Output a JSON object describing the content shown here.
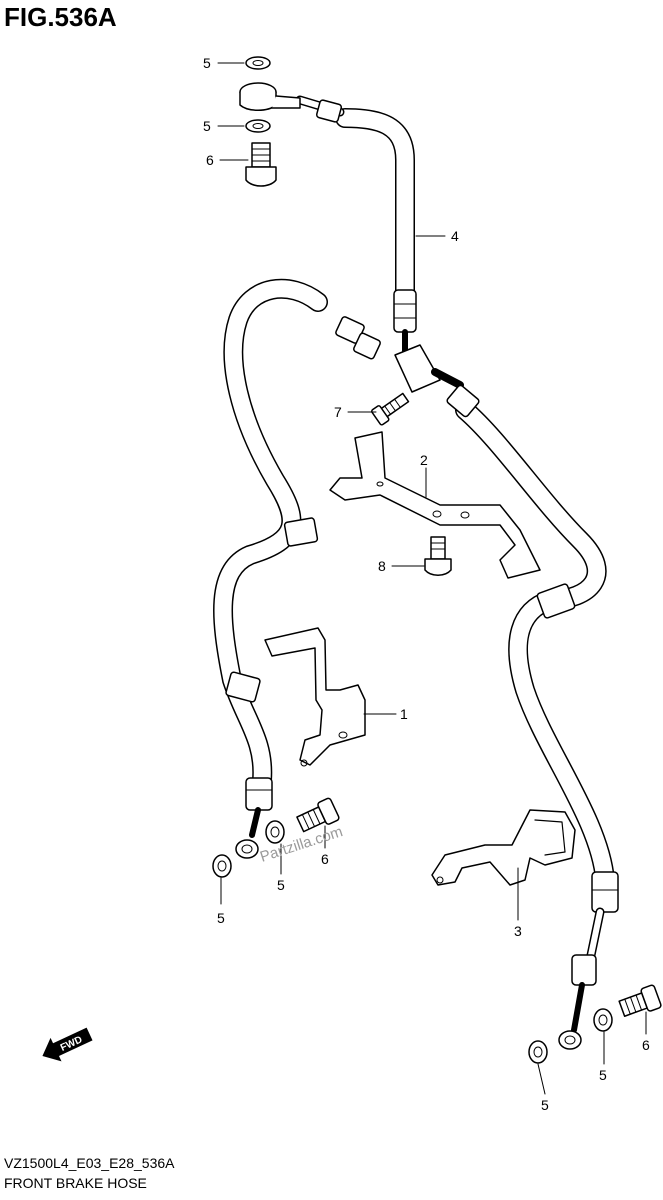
{
  "header": {
    "figure_title": "FIG.536A"
  },
  "footer": {
    "model_code": "VZ1500L4_E03_E28_536A",
    "caption": "FRONT BRAKE HOSE"
  },
  "watermark": {
    "text": "Partzilla.com"
  },
  "fwd_arrow": {
    "text": "FWD"
  },
  "callouts": {
    "c1": "1",
    "c2": "2",
    "c3": "3",
    "c4": "4",
    "c5a": "5",
    "c5b": "5",
    "c5c": "5",
    "c5d": "5",
    "c5e": "5",
    "c5f": "5",
    "c6a": "6",
    "c6b": "6",
    "c6c": "6",
    "c7": "7",
    "c8": "8"
  }
}
